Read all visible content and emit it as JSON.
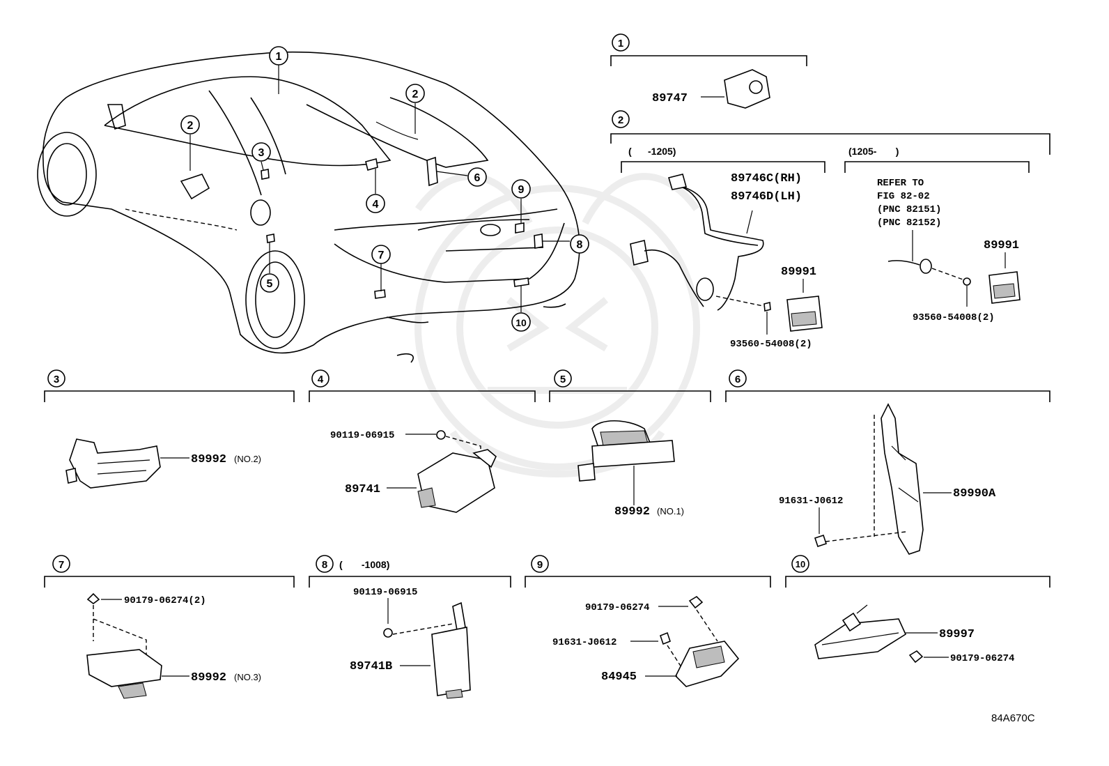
{
  "callouts": [
    "1",
    "2",
    "3",
    "4",
    "5",
    "6",
    "7",
    "8",
    "9",
    "10"
  ],
  "sections": {
    "s1": {
      "num": "1",
      "parts": {
        "p1": "89747"
      }
    },
    "s2": {
      "num": "2",
      "left_range": "(      -1205)",
      "right_range": "(1205-       )",
      "parts": {
        "harness_rh": "89746C(RH)",
        "harness_lh": "89746D(LH)",
        "sensor_left": "89991",
        "screw_left": "93560-54008(2)",
        "sensor_right": "89991",
        "screw_right": "93560-54008(2)"
      },
      "refer": [
        "REFER TO",
        "FIG 82-02",
        "(PNC 82151)",
        "(PNC 82152)"
      ]
    },
    "s3": {
      "num": "3",
      "parts": {
        "p1": "89992",
        "p1_note": "(NO.2)"
      }
    },
    "s4": {
      "num": "4",
      "parts": {
        "screw": "90119-06915",
        "p1": "89741"
      }
    },
    "s5": {
      "num": "5",
      "parts": {
        "p1": "89992",
        "p1_note": "(NO.1)"
      }
    },
    "s6": {
      "num": "6",
      "parts": {
        "bolt": "91631-J0612",
        "p1": "89990A"
      }
    },
    "s7": {
      "num": "7",
      "parts": {
        "nut": "90179-06274(2)",
        "p1": "89992",
        "p1_note": "(NO.3)"
      }
    },
    "s8": {
      "num": "8",
      "range": "(       -1008)",
      "parts": {
        "screw": "90119-06915",
        "p1": "89741B"
      }
    },
    "s9": {
      "num": "9",
      "parts": {
        "nut": "90179-06274",
        "bolt": "91631-J0612",
        "p1": "84945"
      }
    },
    "s10": {
      "num": "10",
      "parts": {
        "p1": "89997",
        "nut": "90179-06274"
      }
    }
  },
  "figure_code": "84A670C"
}
